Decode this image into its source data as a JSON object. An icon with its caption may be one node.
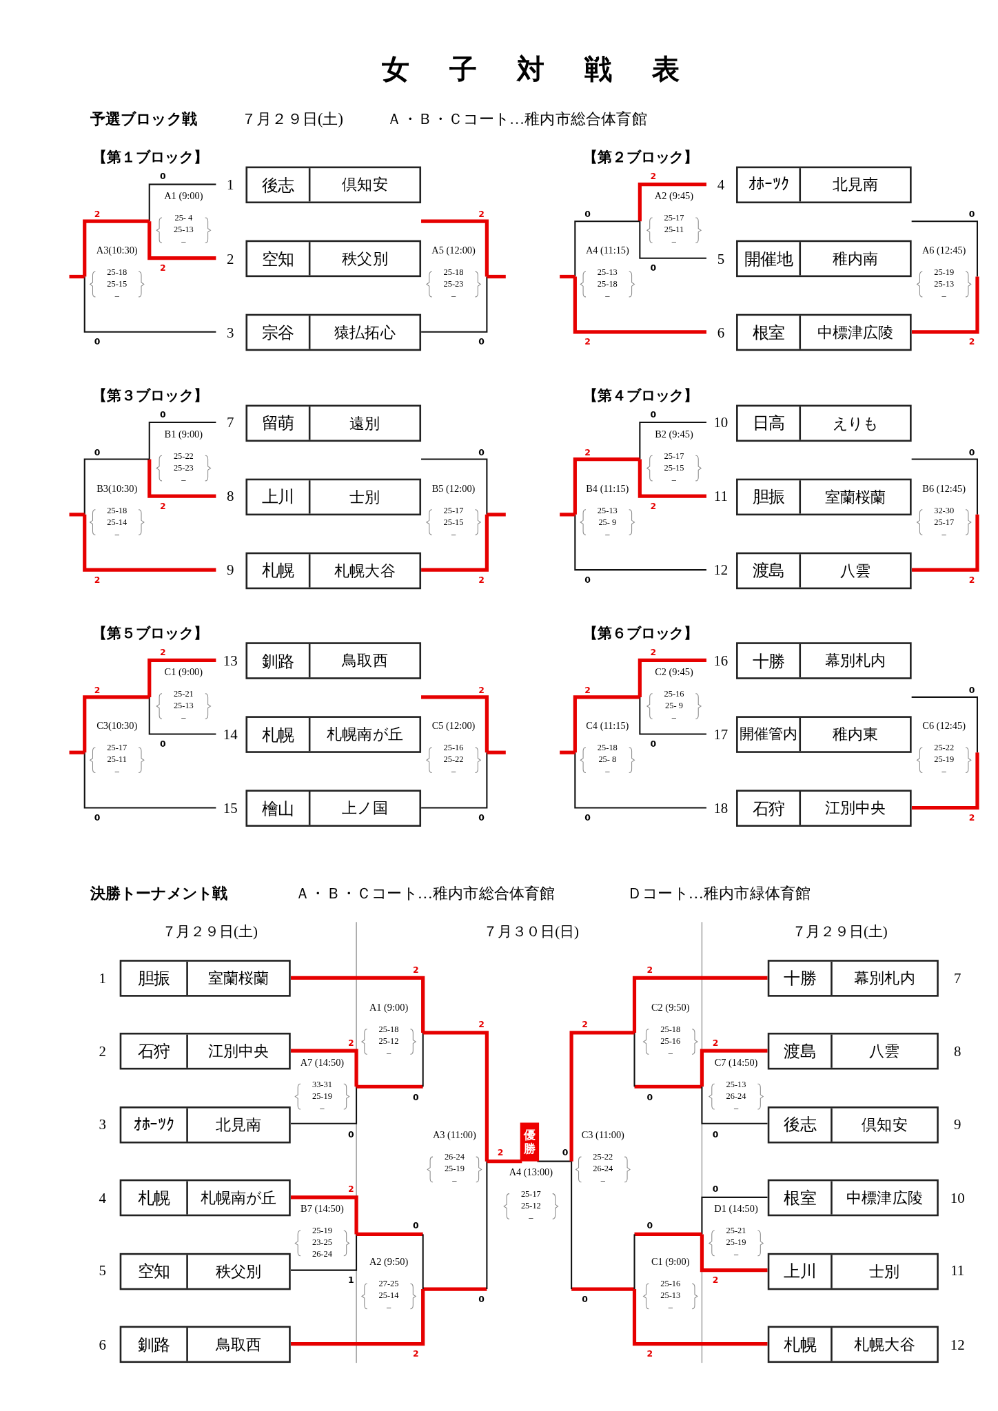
{
  "diagram": {
    "title": "女子対戦表",
    "nodes": [
      {
        "text": [
          "後志",
          "倶知安"
        ],
        "beside": [
          "1"
        ]
      },
      {
        "text": [
          "空知",
          "秩父別"
        ],
        "beside": [
          "2"
        ]
      },
      {
        "text": [
          "宗谷",
          "猿払拓心"
        ],
        "beside": [
          "3"
        ]
      },
      {
        "text": [
          "ｵﾎｰﾂｸ",
          "北見南"
        ],
        "beside": [
          "4"
        ]
      },
      {
        "text": [
          "開催地",
          "稚内南"
        ],
        "beside": [
          "5"
        ]
      },
      {
        "text": [
          "根室",
          "中標津広陵"
        ],
        "beside": [
          "6"
        ]
      },
      {
        "text": [
          "留萌",
          "遠別"
        ],
        "beside": [
          "7"
        ]
      },
      {
        "text": [
          "上川",
          "士別"
        ],
        "beside": [
          "8"
        ]
      },
      {
        "text": [
          "札幌",
          "札幌大谷"
        ],
        "beside": [
          "9"
        ]
      },
      {
        "text": [
          "日高",
          "えりも"
        ],
        "beside": [
          "10"
        ]
      },
      {
        "text": [
          "胆振",
          "室蘭桜蘭"
        ],
        "beside": [
          "11"
        ]
      },
      {
        "text": [
          "渡島",
          "八雲"
        ],
        "beside": [
          "12"
        ]
      },
      {
        "text": [
          "釧路",
          "鳥取西"
        ],
        "beside": [
          "13"
        ]
      },
      {
        "text": [
          "札幌",
          "札幌南が丘"
        ],
        "beside": [
          "14"
        ]
      },
      {
        "text": [
          "檜山",
          "上ノ国"
        ],
        "beside": [
          "15"
        ]
      },
      {
        "text": [
          "十勝",
          "幕別札内"
        ],
        "beside": [
          "16"
        ]
      },
      {
        "text": [
          "開催管内",
          "稚内東"
        ],
        "beside": [
          "17"
        ]
      },
      {
        "text": [
          "石狩",
          "江別中央"
        ],
        "beside": [
          "18"
        ]
      },
      {
        "text": [
          "胆振",
          "室蘭桜蘭"
        ],
        "beside": [
          "1"
        ]
      },
      {
        "text": [
          "石狩",
          "江別中央"
        ],
        "beside": [
          "2"
        ]
      },
      {
        "text": [
          "ｵﾎｰﾂｸ",
          "北見南"
        ],
        "beside": [
          "3"
        ]
      },
      {
        "text": [
          "札幌",
          "札幌南が丘"
        ],
        "beside": [
          "4"
        ]
      },
      {
        "text": [
          "空知",
          "秩父別"
        ],
        "beside": [
          "5"
        ]
      },
      {
        "text": [
          "釧路",
          "鳥取西"
        ],
        "beside": [
          "6"
        ]
      },
      {
        "text": [
          "十勝",
          "幕別札内"
        ],
        "beside": [
          "7"
        ]
      },
      {
        "text": [
          "渡島",
          "八雲"
        ],
        "beside": [
          "8"
        ]
      },
      {
        "text": [
          "後志",
          "倶知安"
        ],
        "beside": [
          "9"
        ]
      },
      {
        "text": [
          "根室",
          "中標津広陵"
        ],
        "beside": [
          "10"
        ]
      },
      {
        "text": [
          "上川",
          "士別"
        ],
        "beside": [
          "11"
        ]
      },
      {
        "text": [
          "札幌",
          "札幌大谷"
        ],
        "beside": [
          "12"
        ]
      },
      {
        "text": [
          "優勝"
        ]
      }
    ],
    "labels": [
      "予選ブロック戦",
      "７月２９日(土)",
      "Ａ・Ｂ・Ｃコート…稚内市総合体育館",
      "【第１ブロック】",
      "A1 (9:00)",
      "25- 4",
      "25-13",
      "–",
      "0",
      "2",
      "A3(10:30)",
      "25-18",
      "25-15",
      "–",
      "2",
      "0",
      "A5 (12:00)",
      "25-18",
      "25-23",
      "–",
      "2",
      "0",
      "【第２ブロック】",
      "A2 (9:45)",
      "25-17",
      "25-11",
      "–",
      "2",
      "0",
      "A4 (11:15)",
      "25-13",
      "25-18",
      "–",
      "0",
      "2",
      "A6 (12:45)",
      "25-19",
      "25-13",
      "–",
      "0",
      "2",
      "【第３ブロック】",
      "B1 (9:00)",
      "25-22",
      "25-23",
      "–",
      "0",
      "2",
      "B3(10:30)",
      "25-18",
      "25-14",
      "–",
      "0",
      "2",
      "B5 (12:00)",
      "25-17",
      "25-15",
      "–",
      "0",
      "2",
      "【第４ブロック】",
      "B2 (9:45)",
      "25-17",
      "25-15",
      "–",
      "0",
      "2",
      "B4 (11:15)",
      "25-13",
      "25- 9",
      "–",
      "2",
      "0",
      "B6 (12:45)",
      "32-30",
      "25-17",
      "–",
      "0",
      "2",
      "【第５ブロック】",
      "C1 (9:00)",
      "25-21",
      "25-13",
      "–",
      "2",
      "0",
      "C3(10:30)",
      "25-17",
      "25-11",
      "–",
      "2",
      "0",
      "C5 (12:00)",
      "25-16",
      "25-22",
      "–",
      "2",
      "0",
      "【第６ブロック】",
      "C2 (9:45)",
      "25-16",
      "25- 9",
      "–",
      "2",
      "0",
      "C4 (11:15)",
      "25-18",
      "25- 8",
      "–",
      "2",
      "0",
      "C6 (12:45)",
      "25-22",
      "25-19",
      "–",
      "0",
      "2",
      "決勝トーナメント戦",
      "Ａ・Ｂ・Ｃコート…稚内市総合体育館",
      "Ｄコート…稚内市緑体育館",
      "７月２９日(土)",
      "７月３０日(日)",
      "７月２９日(土)",
      "A1 (9:00)",
      "25-18",
      "25-12",
      "–",
      "2",
      "0",
      "A7 (14:50)",
      "33-31",
      "25-19",
      "–",
      "2",
      "0",
      "A3 (11:00)",
      "26-24",
      "25-19",
      "–",
      "2",
      "0",
      "B7 (14:50)",
      "25-19",
      "23-25",
      "26-24",
      "2",
      "1",
      "A2 (9:50)",
      "27-25",
      "25-14",
      "–",
      "0",
      "2",
      "A4 (13:00)",
      "25-17",
      "25-12",
      "–",
      "2",
      "0",
      "C2 (9:50)",
      "25-18",
      "25-16",
      "–",
      "2",
      "0",
      "C7 (14:50)",
      "25-13",
      "26-24",
      "–",
      "2",
      "0",
      "C3 (11:00)",
      "25-22",
      "26-24",
      "–",
      "2",
      "0",
      "D1 (14:50)",
      "25-21",
      "25-19",
      "–",
      "0",
      "2",
      "C1 (9:00)",
      "25-16",
      "25-13",
      "–",
      "0",
      "2"
    ]
  }
}
